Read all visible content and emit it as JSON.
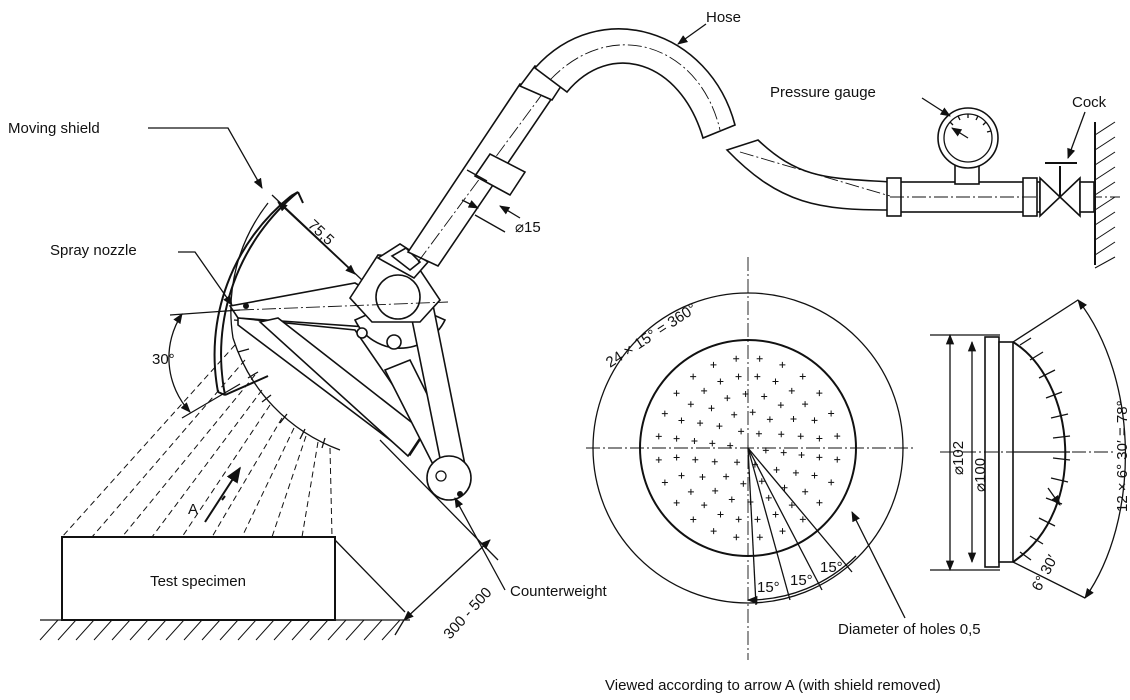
{
  "labels": {
    "hose": "Hose",
    "pressure_gauge": "Pressure gauge",
    "cock": "Cock",
    "moving_shield": "Moving shield",
    "spray_nozzle": "Spray nozzle",
    "test_specimen": "Test specimen",
    "counterweight": "Counterweight",
    "diameter_holes": "Diameter of holes 0,5",
    "arrow_a": "A",
    "caption": "Viewed according to arrow A (with shield removed)"
  },
  "dimensions": {
    "radius": "75,5",
    "pipe_dia": "⌀15",
    "angle": "30°",
    "distance": "300 - 500",
    "holes_circle": "24 × 15° = 360°",
    "dia_102": "⌀102",
    "dia_100": "⌀100",
    "arc_angles": "12 × 6° 30′ = 78°",
    "half_step": "6° 30′",
    "step_1": "15°",
    "step_2": "15°",
    "step_3": "15°"
  }
}
